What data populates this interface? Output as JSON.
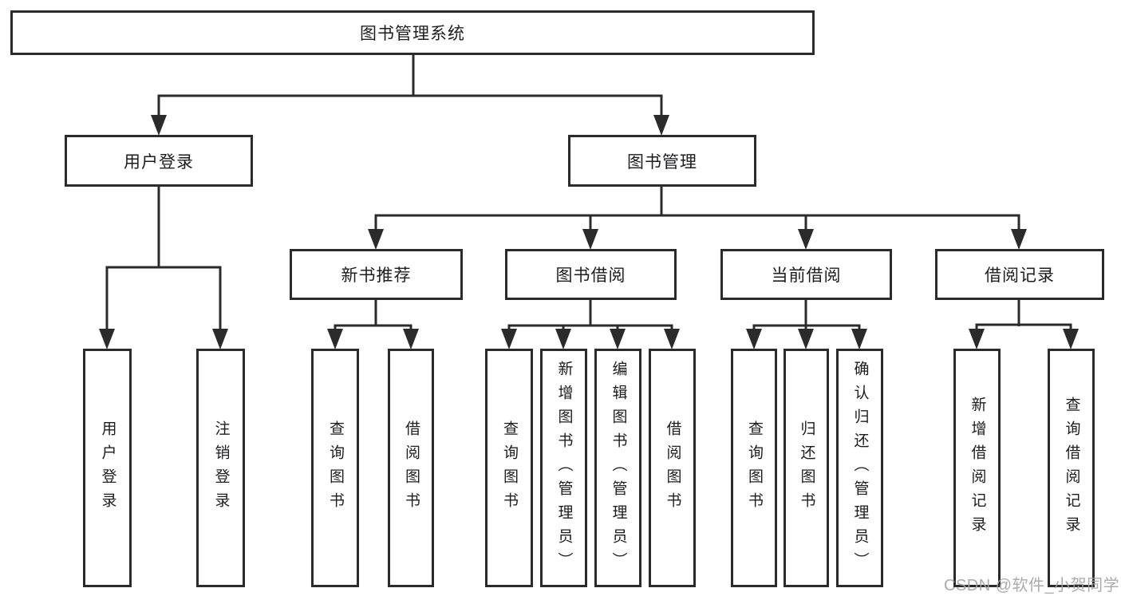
{
  "tree": {
    "root": {
      "label": "图书管理系统"
    },
    "children": [
      {
        "label": "用户登录",
        "children": [
          {
            "label": "用户登录"
          },
          {
            "label": "注销登录"
          }
        ]
      },
      {
        "label": "图书管理",
        "children": [
          {
            "label": "新书推荐",
            "children": [
              {
                "label": "查询图书"
              },
              {
                "label": "借阅图书"
              }
            ]
          },
          {
            "label": "图书借阅",
            "children": [
              {
                "label": "查询图书"
              },
              {
                "label": "新增图书（管理员）"
              },
              {
                "label": "编辑图书（管理员）"
              },
              {
                "label": "借阅图书"
              }
            ]
          },
          {
            "label": "当前借阅",
            "children": [
              {
                "label": "查询图书"
              },
              {
                "label": "归还图书"
              },
              {
                "label": "确认归还（管理员）"
              }
            ]
          },
          {
            "label": "借阅记录",
            "children": [
              {
                "label": "新增借阅记录"
              },
              {
                "label": "查询借阅记录"
              }
            ]
          }
        ]
      }
    ]
  },
  "watermark": {
    "label": "CSDN @软件_小贺同学"
  },
  "colors": {
    "line": "#2b2b2b",
    "text": "#1d1d1f",
    "watermark": "#a3a3a3",
    "background": "#ffffff"
  }
}
